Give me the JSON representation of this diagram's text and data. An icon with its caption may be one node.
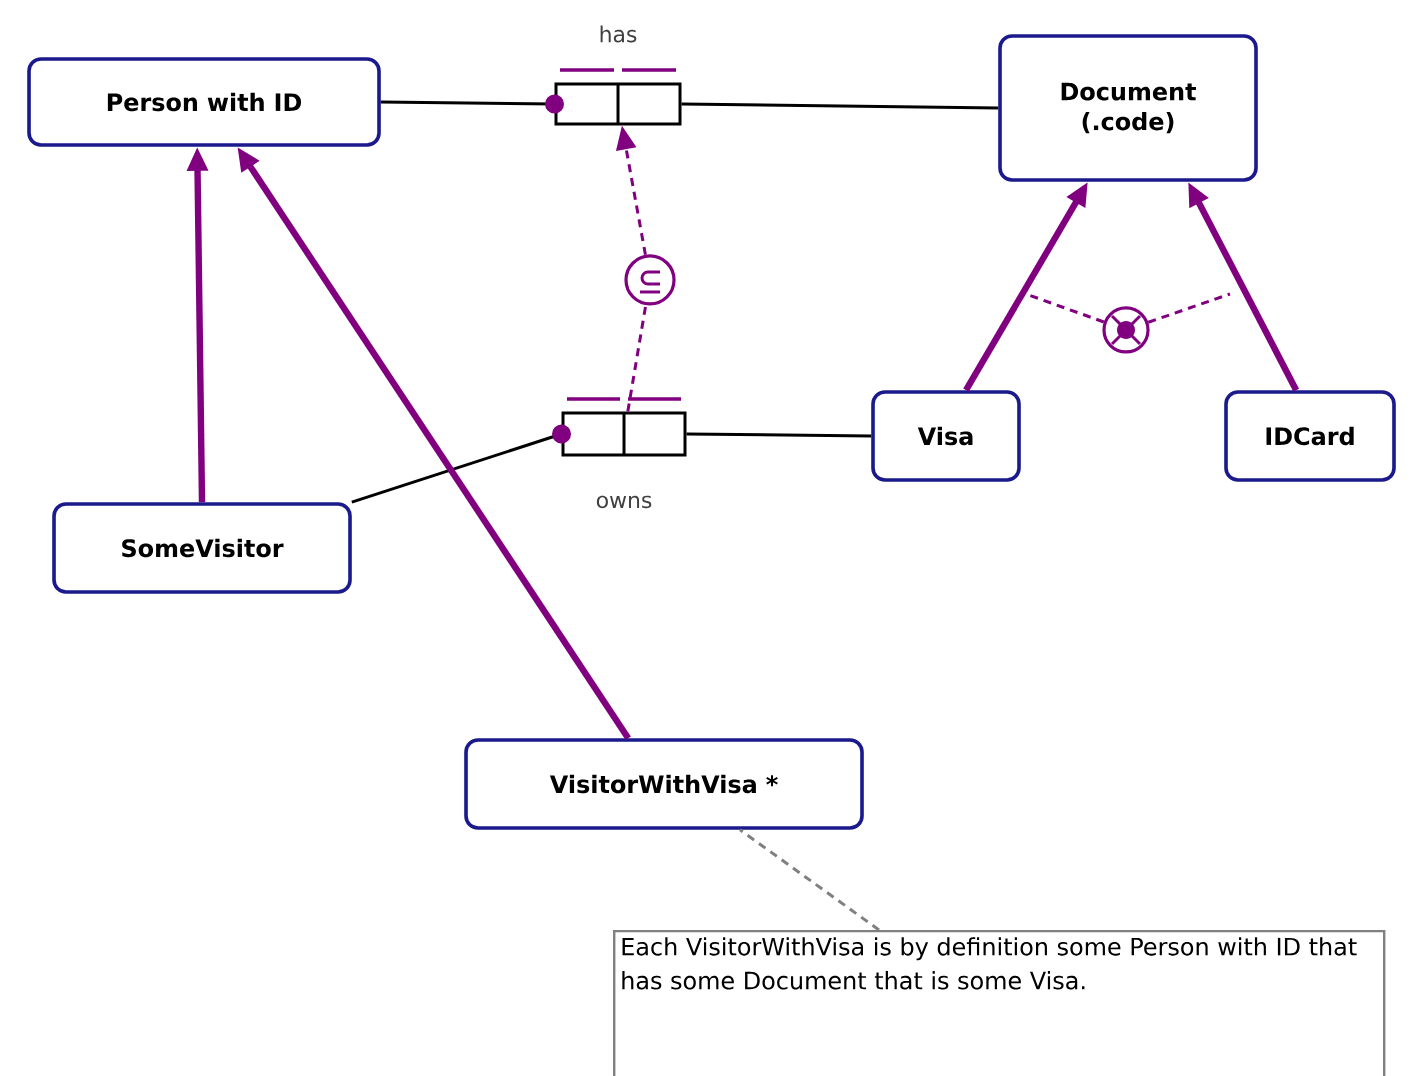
{
  "diagram": {
    "nodes": [
      {
        "text": [
          "Person with ID"
        ]
      },
      {
        "text": [
          "Document (.code)"
        ]
      },
      {
        "text": [],
        "shape": "box",
        "beside": [
          "has"
        ]
      },
      {
        "text": [],
        "shape": "circle"
      },
      {
        "text": [],
        "shape": "box",
        "beside": [
          "owns"
        ]
      },
      {
        "text": [
          "Visa"
        ]
      },
      {
        "text": [
          "IDCard"
        ]
      },
      {
        "text": [],
        "shape": "circle"
      },
      {
        "text": [
          "SomeVisitor"
        ]
      },
      {
        "text": [
          "VisitorWithVisa *"
        ]
      },
      {
        "text": [
          "Each VisitorWithVisa is by definition some Person with ID that has some Document that is some Visa."
        ]
      }
    ],
    "edges": [
      {
        "from": 0,
        "to": 2,
        "arrow": "other",
        "color": "#000000"
      },
      {
        "from": 2,
        "to": 1,
        "arrow": "none",
        "color": "#000000"
      },
      {
        "from": 8,
        "to": 4,
        "arrow": "other",
        "color": "#000000"
      },
      {
        "from": 4,
        "to": 5,
        "arrow": "none",
        "color": "#000000"
      },
      {
        "from": 3,
        "to": 2,
        "arrow": "to",
        "style": "dashed"
      },
      {
        "from": 4,
        "to": 3,
        "arrow": "none",
        "style": "dashed"
      },
      {
        "from": 8,
        "to": 0,
        "arrow": "to",
        "style": "thick"
      },
      {
        "from": 9,
        "to": 0,
        "arrow": "to",
        "style": "thick"
      },
      {
        "from": 5,
        "to": 1,
        "arrow": "to",
        "style": "thick"
      },
      {
        "from": 6,
        "to": 1,
        "arrow": "to",
        "style": "thick"
      },
      {
        "from": 7,
        "to": null,
        "arrow": "none",
        "style": "dashed"
      },
      {
        "from": 7,
        "to": null,
        "arrow": "none",
        "style": "dashed"
      },
      {
        "from": 10,
        "to": 9,
        "arrow": "none",
        "style": "dashed",
        "color": "#808080"
      }
    ]
  }
}
